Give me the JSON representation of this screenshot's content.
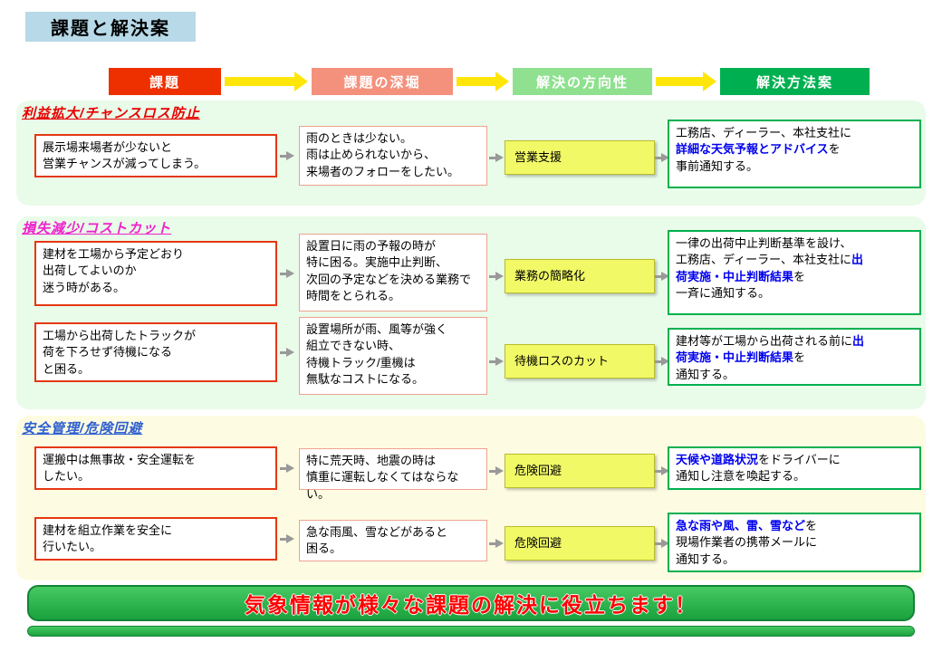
{
  "title": "課題と解決案",
  "flow": {
    "headers": [
      {
        "label": "課題"
      },
      {
        "label": "課題の深堀"
      },
      {
        "label": "解決の方向性"
      },
      {
        "label": "解決方法案"
      }
    ]
  },
  "colors": {
    "title_bg": "#b7d9e8",
    "header_issue": "#ee3000",
    "header_deep_dive": "#f4917c",
    "header_direction": "#8fe18f",
    "header_solution": "#00b050",
    "arrow_yellow": "#ffe60a",
    "arrow_gray": "#999999",
    "issue_border": "#e63712",
    "deep_border": "#f0a28e",
    "direction_bg": "#f1f966",
    "direction_border": "#b9bc2a",
    "solution_border": "#00b050",
    "section_profit_bg": "#e9fbe9",
    "section_loss_bg": "#e9fbe9",
    "section_safety_bg": "#fdfce2",
    "heading_profit": "#e80000",
    "heading_loss": "#ee22cc",
    "heading_safety": "#3060d0",
    "highlight_text": "#0000ee",
    "banner_border": "#128436",
    "banner_text": "#ff0000"
  },
  "sections": [
    {
      "heading": "利益拡大/チャンスロス防止",
      "rows": [
        {
          "issue": "展示場来場者が少ないと\n営業チャンスが減ってしまう。",
          "deep_dive": "雨のときは少ない。\n雨は止められないから、\n来場者のフォローをしたい。",
          "direction": "営業支援",
          "solution": [
            {
              "t": "工務店、ディーラー、本社支社に\n",
              "hl": false
            },
            {
              "t": "詳細な天気予報とアドバイス",
              "hl": true
            },
            {
              "t": "を\n事前通知する。",
              "hl": false
            }
          ]
        }
      ]
    },
    {
      "heading": "損失減少/コストカット",
      "rows": [
        {
          "issue": "建材を工場から予定どおり\n出荷してよいのか\n迷う時がある。",
          "deep_dive": "設置日に雨の予報の時が\n特に困る。実施中止判断、\n次回の予定などを決める業務で\n時間をとられる。",
          "direction": "業務の簡略化",
          "solution": [
            {
              "t": "一律の出荷中止判断基準を設け、\n工務店、ディーラー、本社支社に",
              "hl": false
            },
            {
              "t": "出\n荷実施・中止判断結果",
              "hl": true
            },
            {
              "t": "を\n一斉に通知する。",
              "hl": false
            }
          ]
        },
        {
          "issue": "工場から出荷したトラックが\n荷を下ろせず待機になる\nと困る。",
          "deep_dive": "設置場所が雨、風等が強く\n組立できない時、\n待機トラック/重機は\n無駄なコストになる。",
          "direction": "待機ロスのカット",
          "solution": [
            {
              "t": "建材等が工場から出荷される前に",
              "hl": false
            },
            {
              "t": "出\n荷実施・中止判断結果",
              "hl": true
            },
            {
              "t": "を\n通知する。",
              "hl": false
            }
          ]
        }
      ]
    },
    {
      "heading": "安全管理/危険回避",
      "rows": [
        {
          "issue": "運搬中は無事故・安全運転を\nしたい。",
          "deep_dive": "特に荒天時、地震の時は\n慎重に運転しなくてはならない。",
          "direction": "危険回避",
          "solution": [
            {
              "t": "天候や道路状況",
              "hl": true
            },
            {
              "t": "をドライバーに\n通知し注意を喚起する。",
              "hl": false
            }
          ]
        },
        {
          "issue": "建材を組立作業を安全に\n行いたい。",
          "deep_dive": "急な雨風、雪などがあると\n困る。",
          "direction": "危険回避",
          "solution": [
            {
              "t": "急な雨や風、雷、雪など",
              "hl": true
            },
            {
              "t": "を\n現場作業者の携帯メールに\n通知する。",
              "hl": false
            }
          ]
        }
      ]
    }
  ],
  "banner": {
    "text": "気象情報が様々な課題の解決に役立ちます！"
  }
}
